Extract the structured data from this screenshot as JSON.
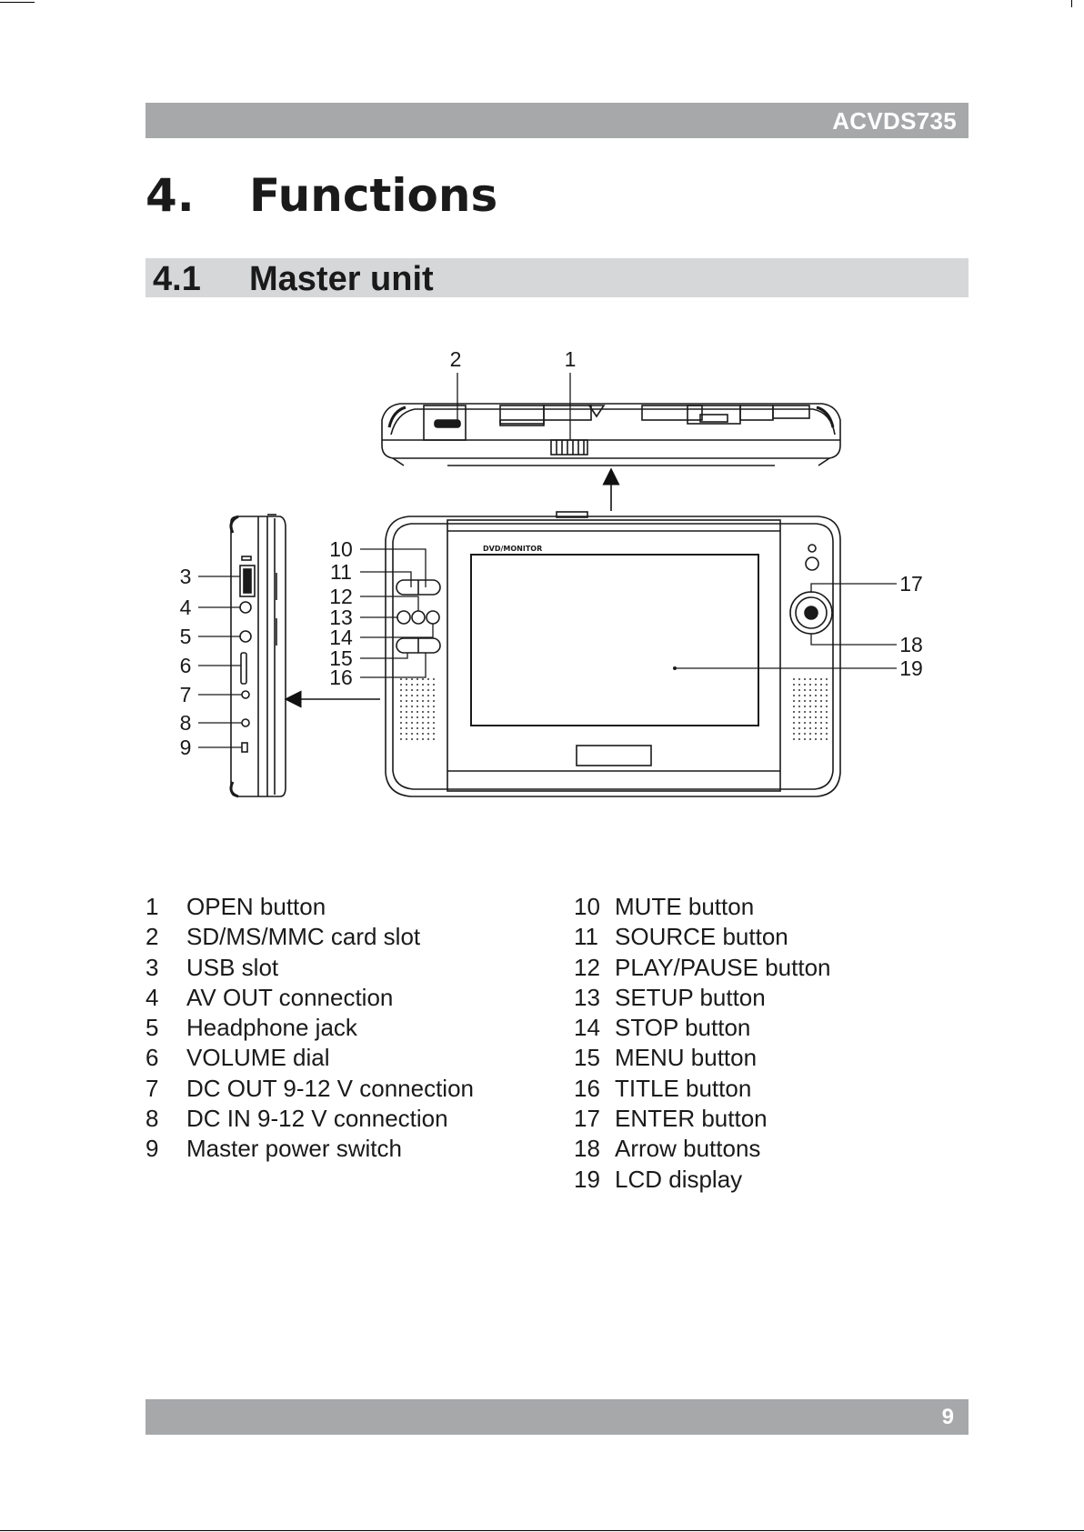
{
  "header": {
    "model_code": "ACVDS735"
  },
  "chapter": {
    "number": "4.",
    "title": "Functions"
  },
  "section": {
    "number": "4.1",
    "title": "Master unit"
  },
  "diagram": {
    "screen_label": "DVD/MONITOR",
    "callouts": [
      "1",
      "2",
      "3",
      "4",
      "5",
      "6",
      "7",
      "8",
      "9",
      "10",
      "11",
      "12",
      "13",
      "14",
      "15",
      "16",
      "17",
      "18",
      "19"
    ]
  },
  "legend": {
    "left": [
      {
        "num": "1",
        "text": "OPEN button"
      },
      {
        "num": "2",
        "text": "SD/MS/MMC card slot"
      },
      {
        "num": "3",
        "text": "USB slot"
      },
      {
        "num": "4",
        "text": "AV OUT connection"
      },
      {
        "num": "5",
        "text": "Headphone jack"
      },
      {
        "num": "6",
        "text": "VOLUME dial"
      },
      {
        "num": "7",
        "text": "DC OUT 9-12 V connection"
      },
      {
        "num": "8",
        "text": "DC IN 9-12 V connection"
      },
      {
        "num": "9",
        "text": "Master power switch"
      }
    ],
    "right": [
      {
        "num": "10",
        "text": "MUTE button"
      },
      {
        "num": "11",
        "text": "SOURCE button"
      },
      {
        "num": "12",
        "text": "PLAY/PAUSE button"
      },
      {
        "num": "13",
        "text": "SETUP button"
      },
      {
        "num": "14",
        "text": "STOP button"
      },
      {
        "num": "15",
        "text": "MENU button"
      },
      {
        "num": "16",
        "text": "TITLE button"
      },
      {
        "num": "17",
        "text": "ENTER button"
      },
      {
        "num": "18",
        "text": "Arrow buttons"
      },
      {
        "num": "19",
        "text": "LCD display"
      }
    ]
  },
  "footer": {
    "page_number": "9"
  }
}
